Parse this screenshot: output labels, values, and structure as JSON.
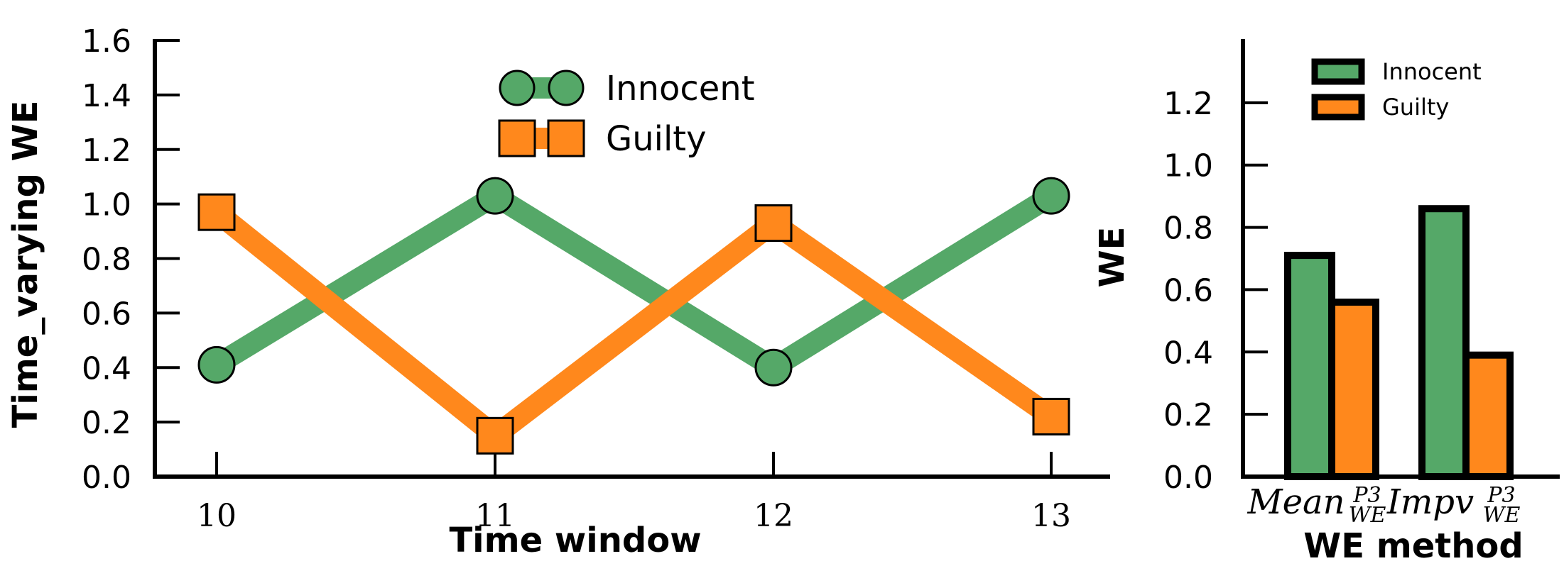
{
  "chart_data": [
    {
      "type": "line",
      "xlabel": "Time window",
      "ylabel": "Time_varying WE",
      "x": [
        10,
        11,
        12,
        13
      ],
      "ylim": [
        0.0,
        1.6
      ],
      "yticks": [
        "0.0",
        "0.2",
        "0.4",
        "0.6",
        "0.8",
        "1.0",
        "1.2",
        "1.4",
        "1.6"
      ],
      "legend_position": "top-center",
      "series": [
        {
          "name": "Innocent",
          "values": [
            0.41,
            1.03,
            0.4,
            1.03
          ],
          "color": "#55a868",
          "marker": "circle"
        },
        {
          "name": "Guilty",
          "values": [
            0.97,
            0.15,
            0.93,
            0.22
          ],
          "color": "#ff881c",
          "marker": "square"
        }
      ]
    },
    {
      "type": "bar",
      "xlabel": "WE method",
      "ylabel": "WE",
      "categories": [
        {
          "base": "Mean",
          "sub": "WE",
          "sup": "P3"
        },
        {
          "base": "Impv",
          "sub": "WE",
          "sup": "P3"
        }
      ],
      "ylim": [
        0.0,
        1.4
      ],
      "yticks": [
        "0.0",
        "0.2",
        "0.4",
        "0.6",
        "0.8",
        "1.0",
        "1.2"
      ],
      "legend_position": "top-center",
      "series": [
        {
          "name": "Innocent",
          "values": [
            0.71,
            0.86
          ],
          "color": "#55a868"
        },
        {
          "name": "Guilty",
          "values": [
            0.56,
            0.39
          ],
          "color": "#ff881c"
        }
      ]
    }
  ]
}
